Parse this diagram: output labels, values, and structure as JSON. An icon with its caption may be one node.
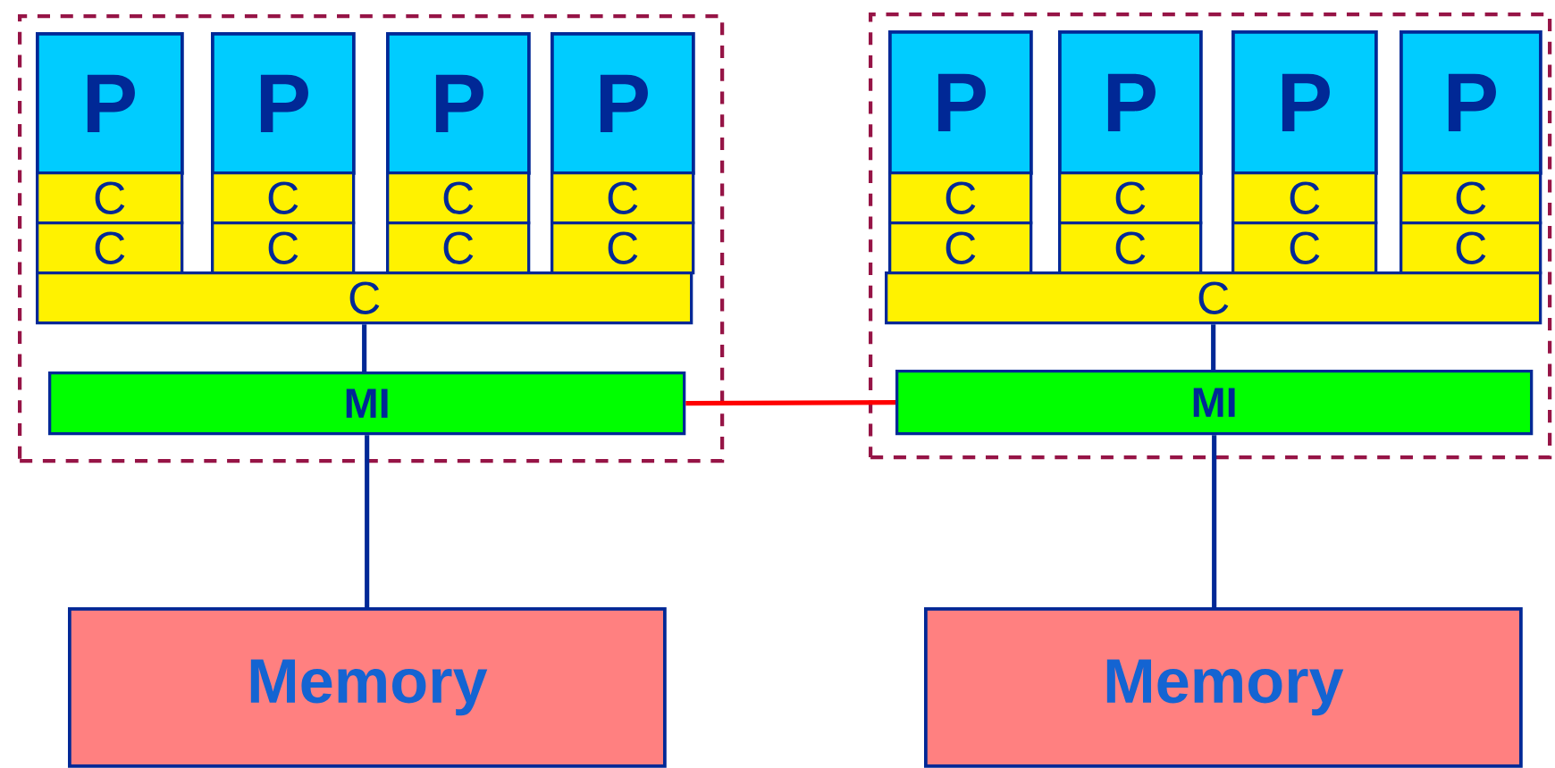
{
  "diagram": {
    "nodes": [
      {
        "text": [],
        "shape": "box"
      },
      {
        "text": [
          "P"
        ],
        "in": 0
      },
      {
        "text": [
          "P"
        ],
        "in": 0
      },
      {
        "text": [
          "P"
        ],
        "in": 0
      },
      {
        "text": [
          "P"
        ],
        "in": 0
      },
      {
        "text": [
          "C"
        ],
        "in": 0
      },
      {
        "text": [
          "C"
        ],
        "in": 0
      },
      {
        "text": [
          "C"
        ],
        "in": 0
      },
      {
        "text": [
          "C"
        ],
        "in": 0
      },
      {
        "text": [
          "C"
        ],
        "in": 0
      },
      {
        "text": [
          "C"
        ],
        "in": 0
      },
      {
        "text": [
          "C"
        ],
        "in": 0
      },
      {
        "text": [
          "C"
        ],
        "in": 0
      },
      {
        "text": [
          "C"
        ],
        "in": 0
      },
      {
        "text": [
          "MI"
        ],
        "in": 0
      },
      {
        "text": [],
        "shape": "box"
      },
      {
        "text": [
          "P"
        ],
        "in": 15
      },
      {
        "text": [
          "P"
        ],
        "in": 15
      },
      {
        "text": [
          "P"
        ],
        "in": 15
      },
      {
        "text": [
          "P"
        ],
        "in": 15
      },
      {
        "text": [
          "C"
        ],
        "in": 15
      },
      {
        "text": [
          "C"
        ],
        "in": 15
      },
      {
        "text": [
          "C"
        ],
        "in": 15
      },
      {
        "text": [
          "C"
        ],
        "in": 15
      },
      {
        "text": [
          "C"
        ],
        "in": 15
      },
      {
        "text": [
          "C"
        ],
        "in": 15
      },
      {
        "text": [
          "C"
        ],
        "in": 15
      },
      {
        "text": [
          "C"
        ],
        "in": 15
      },
      {
        "text": [
          "C"
        ],
        "in": 15
      },
      {
        "text": [
          "MI"
        ],
        "in": 15
      },
      {
        "text": [
          "Memory"
        ]
      },
      {
        "text": [
          "Memory"
        ]
      }
    ],
    "edges": [
      {
        "from": 13,
        "to": 14,
        "arrow": "none"
      },
      {
        "from": 14,
        "to": 30,
        "arrow": "none"
      },
      {
        "from": 28,
        "to": 29,
        "arrow": "none"
      },
      {
        "from": 29,
        "to": 31,
        "arrow": "none"
      },
      {
        "from": 14,
        "to": 29,
        "arrow": "none",
        "color": "#ff0000"
      }
    ]
  }
}
